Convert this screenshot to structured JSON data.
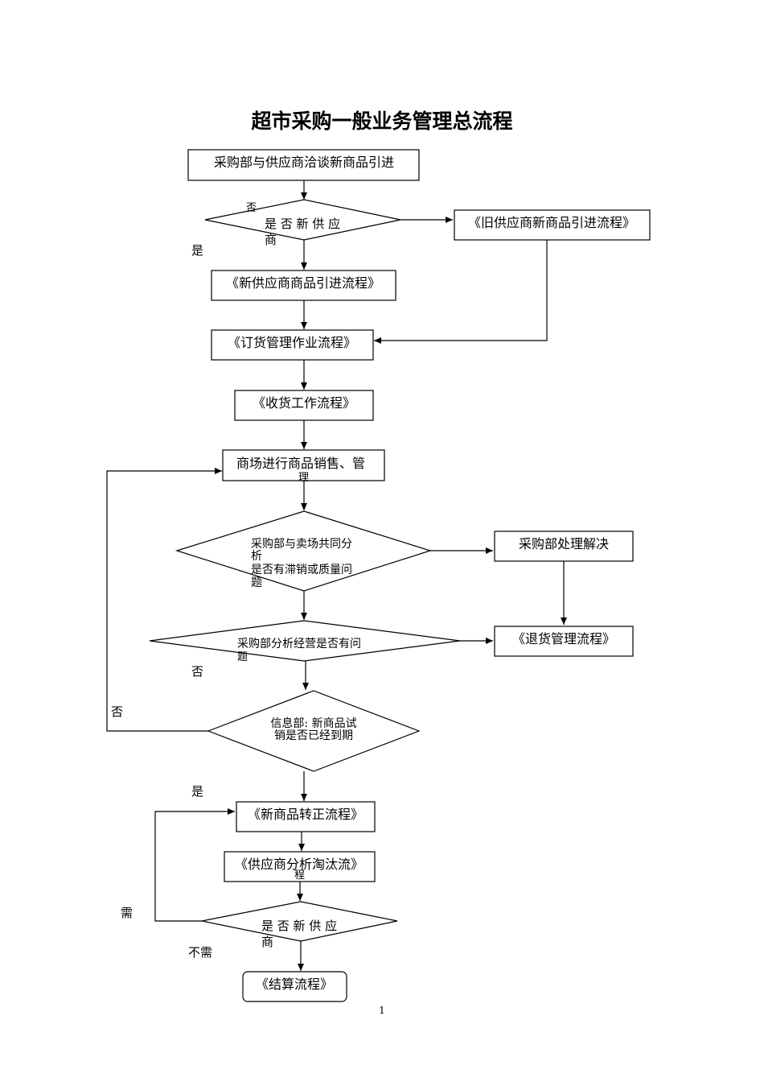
{
  "title": "超市采购一般业务管理总流程",
  "page_number": "1",
  "nodes": {
    "negotiate": "采购部与供应商洽谈新商品引进",
    "q_new_supplier_1_line1": "是 否 新 供 应",
    "q_new_supplier_1_line2": "商",
    "old_supplier_flow": "《旧供应商新商品引进流程》",
    "new_supplier_flow": "《新供应商商品引进流程》",
    "order_flow": "《订货管理作业流程》",
    "receive_flow": "《收货工作流程》",
    "sales_line1": "商场进行商品销售、管",
    "sales_line2": "理",
    "q_quality_line1": "采购部与卖场共同分",
    "q_quality_line2": "析",
    "q_quality_line3": "是否有滞销或质量问",
    "q_quality_line4": "题",
    "purchase_handle": "采购部处理解决",
    "q_operation_line1": "采购部分析经营是否有问",
    "q_operation_line2": "题",
    "return_flow": "《退货管理流程》",
    "q_trial_line1": "信息部: 新商品试",
    "q_trial_line2": "销是否已经到期",
    "formal_flow": "《新商品转正流程》",
    "eliminate_flow_line1": "《供应商分析淘汰流》",
    "eliminate_flow_line2": "程",
    "q_new_supplier_2_line1": "是 否 新 供 应",
    "q_new_supplier_2_line2": "商",
    "settle_flow": "《结算流程》"
  },
  "labels": {
    "no_1": "否",
    "yes_1": "是",
    "no_2": "否",
    "no_3": "否",
    "yes_2": "是",
    "need": "需",
    "no_need": "不需"
  }
}
